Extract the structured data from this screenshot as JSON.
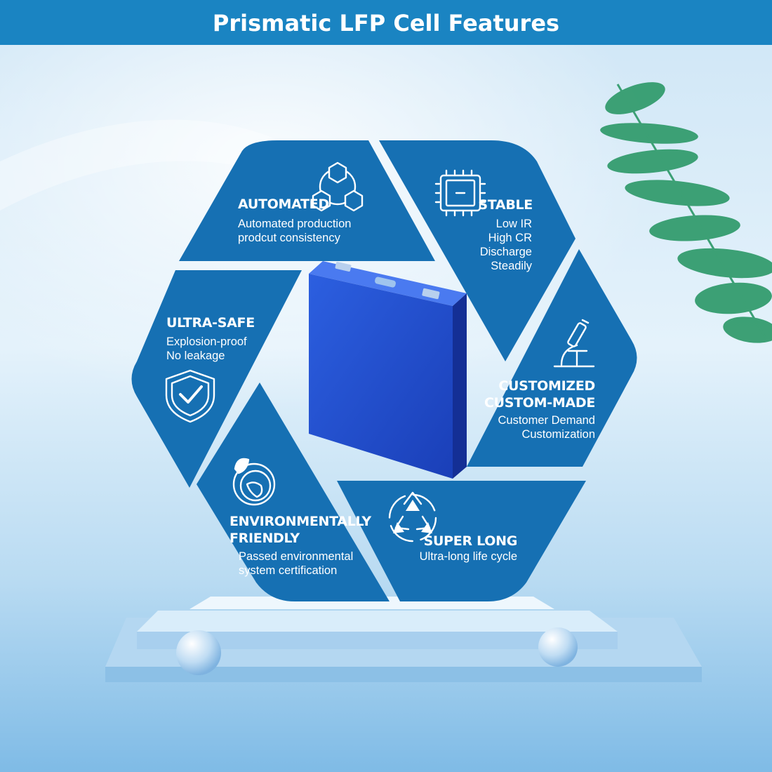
{
  "header": {
    "title": "Prismatic LFP Cell Features",
    "bg_color": "#1a84c2"
  },
  "colors": {
    "panel": "#1670b3",
    "cell_blue": "#1f4fd0",
    "background": "#d6eaf8",
    "leaf": "#2f9a6a"
  },
  "features": [
    {
      "id": "automated",
      "icon": "hexagon-network-icon",
      "title_lines": [
        "AUTOMATED"
      ],
      "desc_lines": [
        "Automated production",
        "prodcut consistency"
      ]
    },
    {
      "id": "stable",
      "icon": "chip-icon",
      "title_lines": [
        "STABLE"
      ],
      "desc_lines": [
        "Low IR",
        "High CR",
        "Discharge",
        "Steadily"
      ]
    },
    {
      "id": "customized",
      "icon": "microscope-icon",
      "title_lines": [
        "CUSTOMIZED",
        "CUSTOM-MADE"
      ],
      "desc_lines": [
        "Customer Demand",
        "Customization"
      ]
    },
    {
      "id": "super-long",
      "icon": "recycle-icon",
      "title_lines": [
        "SUPER LONG"
      ],
      "desc_lines": [
        "Ultra-long life cycle"
      ]
    },
    {
      "id": "environmental",
      "icon": "eco-globe-icon",
      "title_lines": [
        "ENVIRONMENTALLY",
        "FRIENDLY"
      ],
      "desc_lines": [
        "Passed environmental",
        "system certification"
      ]
    },
    {
      "id": "ultra-safe",
      "icon": "shield-check-icon",
      "title_lines": [
        "ULTRA-SAFE"
      ],
      "desc_lines": [
        "Explosion-proof",
        "No leakage"
      ]
    }
  ]
}
